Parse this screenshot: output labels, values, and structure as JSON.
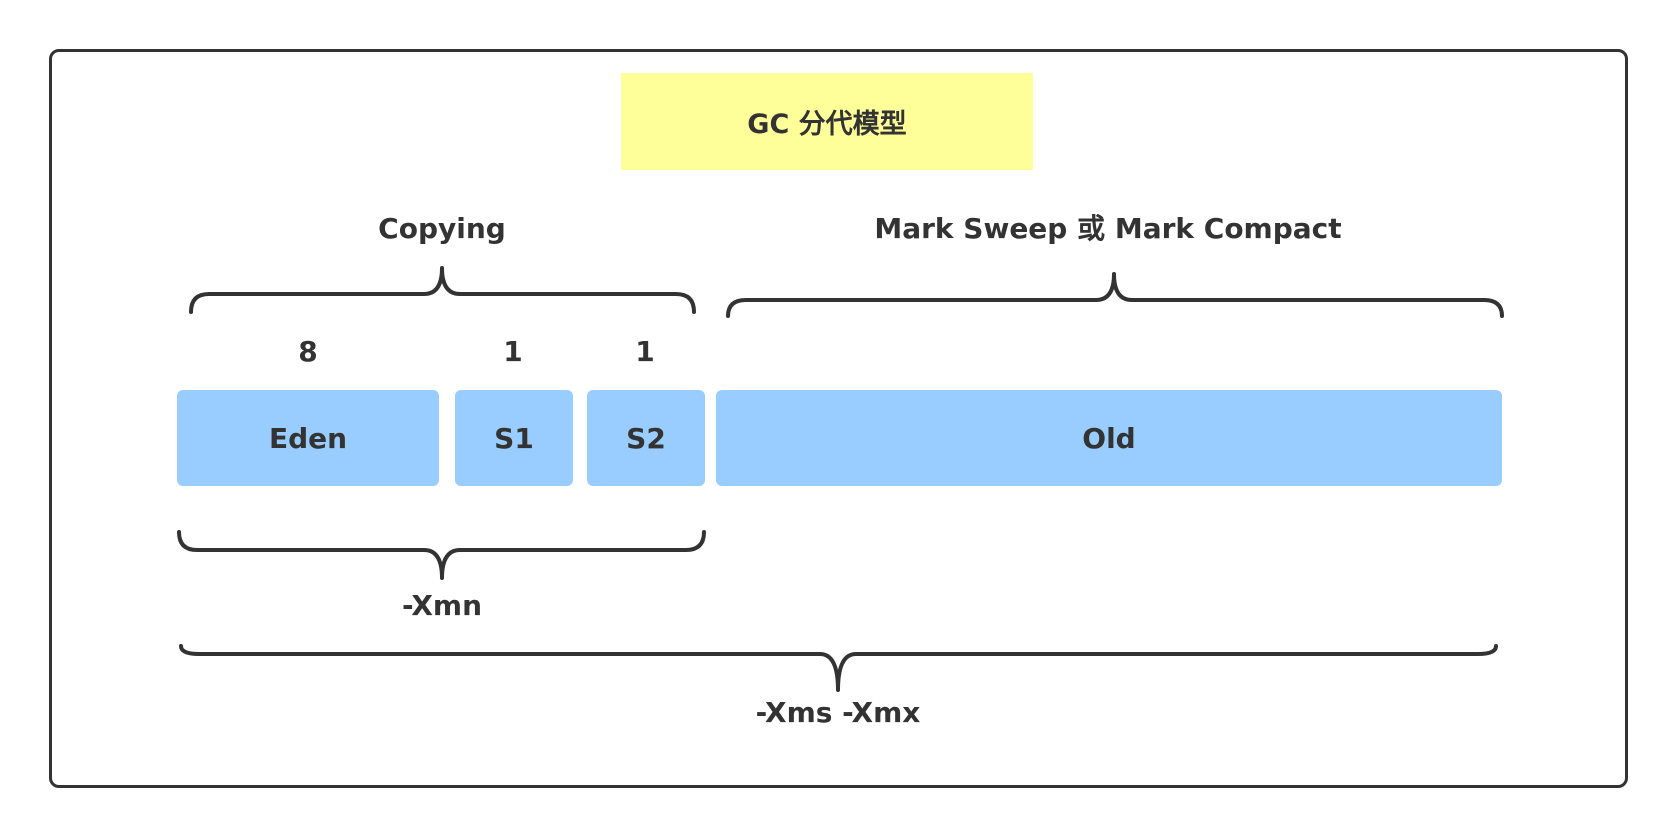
{
  "diagram": {
    "title": "GC 分代模型",
    "labels": {
      "copying": "Copying",
      "mark": "Mark Sweep 或 Mark Compact",
      "xmn": "-Xmn",
      "xms_xmx": "-Xms -Xmx"
    },
    "ratios": {
      "eden": "8",
      "s1": "1",
      "s2": "1"
    },
    "regions": {
      "eden": "Eden",
      "s1": "S1",
      "s2": "S2",
      "old": "Old"
    },
    "colors": {
      "title_bg": "#FFFF99",
      "region_fill": "#99CCFF",
      "stroke": "#333333"
    }
  }
}
